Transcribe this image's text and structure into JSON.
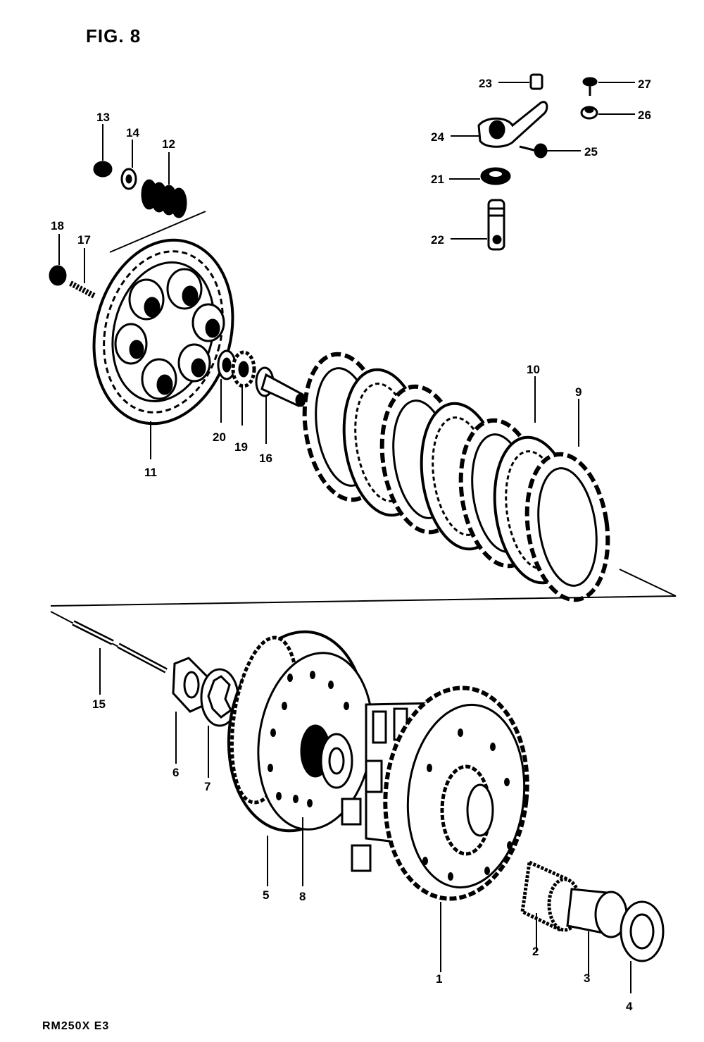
{
  "header": {
    "figure_title": "FIG. 8"
  },
  "footer": {
    "model_code": "RM250X  E3"
  },
  "callouts": {
    "c1": "1",
    "c2": "2",
    "c3": "3",
    "c4": "4",
    "c5": "5",
    "c6": "6",
    "c7": "7",
    "c8": "8",
    "c9": "9",
    "c10": "10",
    "c11": "11",
    "c12": "12",
    "c13": "13",
    "c14": "14",
    "c15": "15",
    "c16": "16",
    "c17": "17",
    "c18": "18",
    "c19": "19",
    "c20": "20",
    "c21": "21",
    "c22": "22",
    "c23": "23",
    "c24": "24",
    "c25": "25",
    "c26": "26",
    "c27": "27"
  }
}
